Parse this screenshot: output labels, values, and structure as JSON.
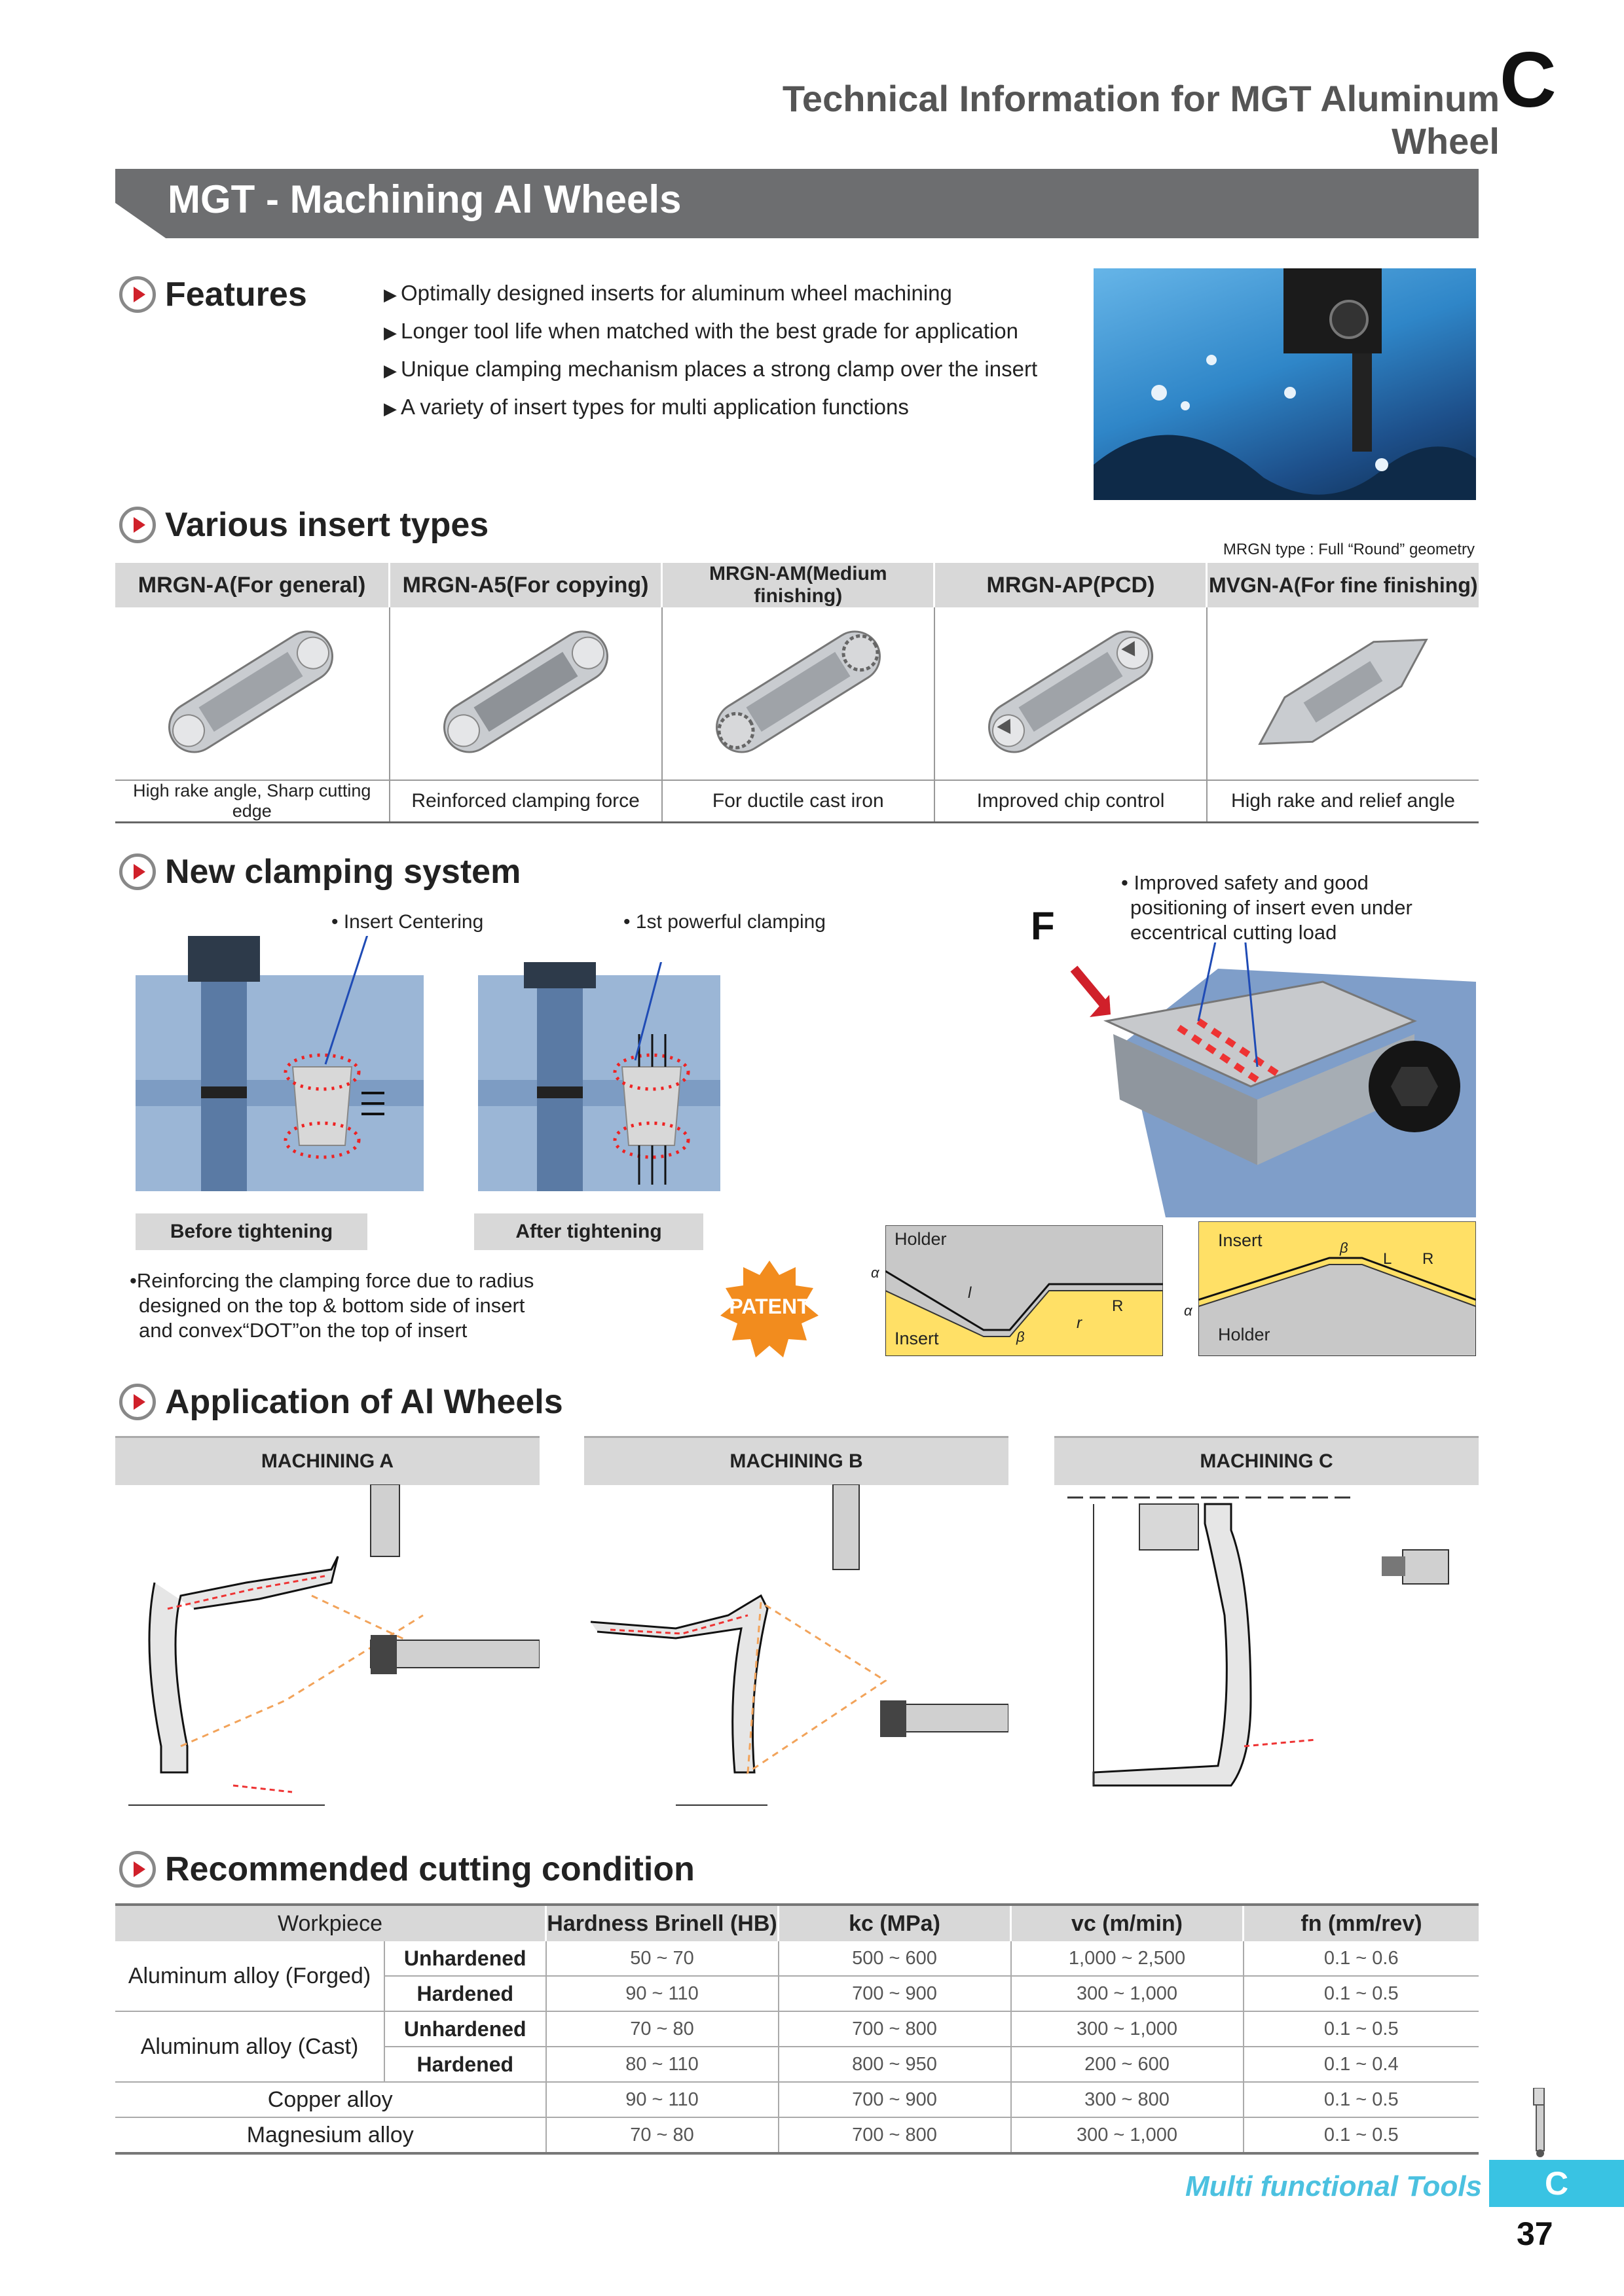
{
  "header": {
    "title": "Technical Information for MGT Aluminum Wheel",
    "section_letter": "C"
  },
  "banner": {
    "title": "MGT - Machining Al Wheels"
  },
  "features": {
    "title": "Features",
    "items": [
      "Optimally designed inserts for aluminum wheel machining",
      "Longer tool life when matched with the best grade for application",
      "Unique clamping mechanism places a strong clamp over the insert",
      "A variety of insert types for multi application functions"
    ]
  },
  "insert_types": {
    "title": "Various insert types",
    "note": "MRGN type : Full “Round” geometry",
    "columns": [
      {
        "name": "MRGN-A(For general)",
        "desc": "High rake angle, Sharp cutting edge"
      },
      {
        "name": "MRGN-A5(For copying)",
        "desc": "Reinforced clamping force"
      },
      {
        "name": "MRGN-AM(Medium finishing)",
        "desc": "For ductile cast iron"
      },
      {
        "name": "MRGN-AP(PCD)",
        "desc": "Improved chip control"
      },
      {
        "name": "MVGN-A(For fine finishing)",
        "desc": "High rake and relief angle"
      }
    ]
  },
  "clamping": {
    "title": "New clamping system",
    "label_centering": "• Insert Centering",
    "label_powerful": "• 1st powerful clamping",
    "before": "Before tightening",
    "after": "After tightening",
    "note": [
      "•Reinforcing the clamping force due to radius",
      "designed on the top & bottom side of insert",
      "and convex“DOT”on the top of insert"
    ],
    "safety": [
      "• Improved safety and good",
      "positioning of insert even under",
      "eccentrical cutting load"
    ],
    "force_label": "F",
    "patent": "PATENT",
    "diag1": {
      "holder": "Holder",
      "insert": "Insert",
      "alpha": "α",
      "l": "l",
      "beta": "β",
      "r": "r",
      "R": "R"
    },
    "diag2": {
      "insert": "Insert",
      "holder": "Holder",
      "beta": "β",
      "L": "L",
      "R": "R",
      "alpha": "α"
    }
  },
  "application": {
    "title": "Application of Al Wheels",
    "machining": [
      "MACHINING A",
      "MACHINING B",
      "MACHINING C"
    ]
  },
  "cutting": {
    "title": "Recommended cutting condition",
    "headers": [
      "Workpiece",
      "Hardness Brinell (HB)",
      "kc (MPa)",
      "vc (m/min)",
      "fn (mm/rev)"
    ],
    "groups": [
      {
        "name": "Aluminum alloy  (Forged)",
        "rows": [
          {
            "state": "Unhardened",
            "hb": "50 ~ 70",
            "kc": "500 ~ 600",
            "vc": "1,000 ~ 2,500",
            "fn": "0.1 ~ 0.6"
          },
          {
            "state": "Hardened",
            "hb": "90 ~ 110",
            "kc": "700 ~ 900",
            "vc": "300 ~ 1,000",
            "fn": "0.1 ~ 0.5"
          }
        ]
      },
      {
        "name": "Aluminum alloy (Cast)",
        "rows": [
          {
            "state": "Unhardened",
            "hb": "70 ~ 80",
            "kc": "700 ~ 800",
            "vc": "300 ~ 1,000",
            "fn": "0.1 ~ 0.5"
          },
          {
            "state": "Hardened",
            "hb": "80 ~ 110",
            "kc": "800 ~ 950",
            "vc": "200 ~ 600",
            "fn": "0.1 ~ 0.4"
          }
        ]
      }
    ],
    "singles": [
      {
        "name": "Copper alloy",
        "hb": "90 ~ 110",
        "kc": "700 ~ 900",
        "vc": "300 ~ 800",
        "fn": "0.1 ~ 0.5"
      },
      {
        "name": "Magnesium alloy",
        "hb": "70 ~ 80",
        "kc": "700 ~ 800",
        "vc": "300 ~ 1,000",
        "fn": "0.1 ~ 0.5"
      }
    ]
  },
  "footer": {
    "category": "Multi functional Tools",
    "letter": "C",
    "page": "37"
  },
  "colors": {
    "banner": "#6d6e70",
    "accent_red": "#d0202a",
    "footer_cyan": "#39c3e3",
    "diagram_yellow": "#ffe066",
    "diagram_gray": "#c8c8c8"
  }
}
